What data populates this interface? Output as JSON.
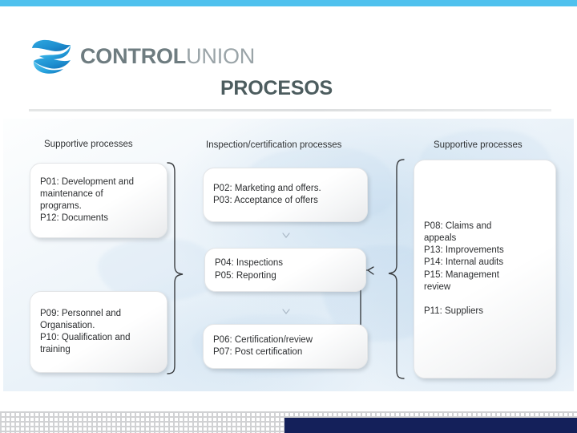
{
  "theme": {
    "top_bar_color": "#4FC1EE",
    "title_color": "#4C5C5E",
    "logo_bold_color": "#6E7C80",
    "logo_light_color": "#9AA4A8",
    "footer_bar_color": "#14205A",
    "box_text_color": "#2B2D2F"
  },
  "header": {
    "logo_bold": "CONTROL",
    "logo_light": "UNION",
    "title": "PROCESOS"
  },
  "diagram": {
    "columns": [
      {
        "id": "left",
        "caption": "Supportive processes"
      },
      {
        "id": "middle",
        "caption": "Inspection/certification processes"
      },
      {
        "id": "right",
        "caption": "Supportive processes"
      }
    ],
    "boxes": [
      {
        "id": "left-top",
        "column": "left",
        "text": "P01: Development and\nmaintenance of\nprograms.\nP12: Documents"
      },
      {
        "id": "left-bottom",
        "column": "left",
        "text": "P09: Personnel and\nOrganisation.\nP10: Qualification and\ntraining"
      },
      {
        "id": "middle-top",
        "column": "middle",
        "text": "P02: Marketing and offers.\nP03: Acceptance of offers"
      },
      {
        "id": "middle-center",
        "column": "middle",
        "text": "P04: Inspections\nP05: Reporting"
      },
      {
        "id": "middle-bottom",
        "column": "middle",
        "text": "P06: Certification/review\nP07: Post certification"
      },
      {
        "id": "right-main",
        "column": "right",
        "text": "P08: Claims and\nappeals\nP13: Improvements\nP14: Internal audits\nP15: Management\nreview\n\nP11: Suppliers"
      }
    ],
    "connectors": [
      {
        "id": "left-brace",
        "kind": "curly-brace-right",
        "note": "groups the two left boxes toward the middle column"
      },
      {
        "id": "right-brace",
        "kind": "curly-brace-left",
        "note": "groups the right box toward the middle column"
      },
      {
        "id": "feedback-arrow",
        "kind": "arrow-left",
        "note": "from P06/P07 box up into P04/P05 box"
      }
    ]
  }
}
